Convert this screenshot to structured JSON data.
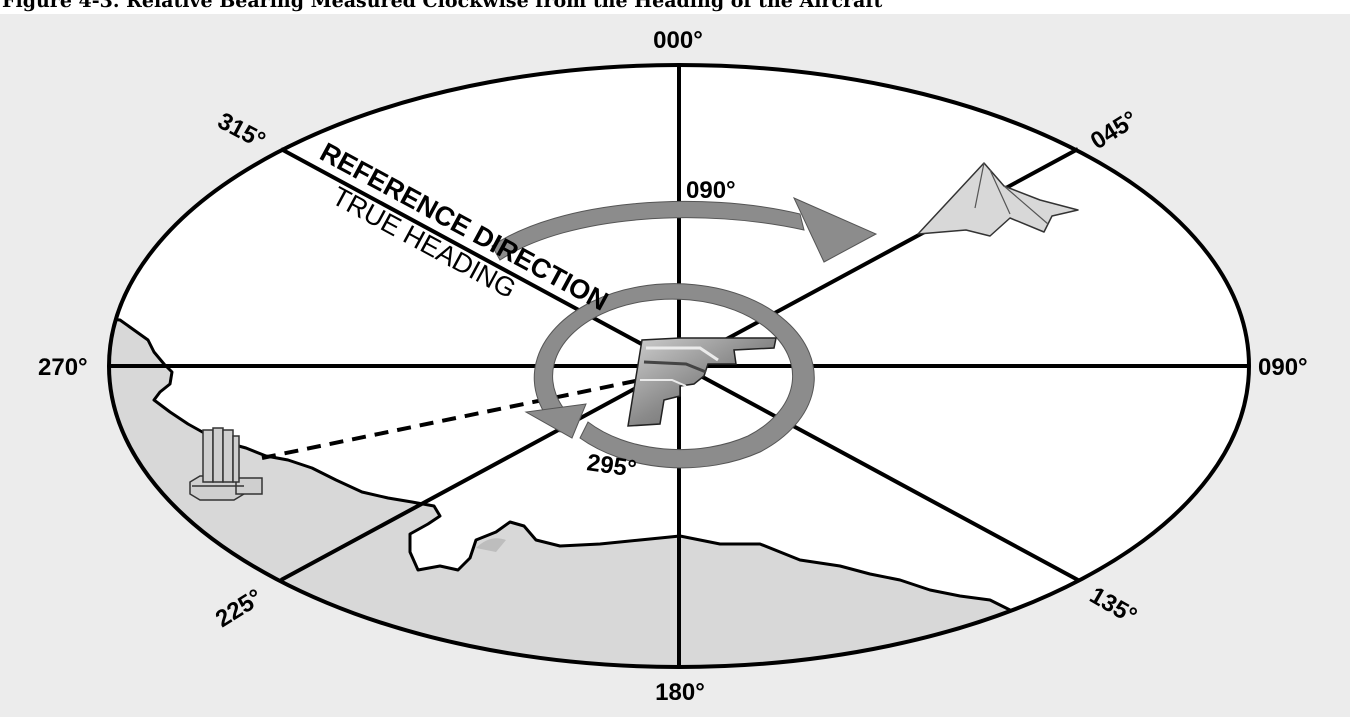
{
  "caption": "Figure 4-3. Relative Bearing Measured Clockwise from the Heading of the Aircraft",
  "compass_labels": {
    "n": "000°",
    "ne": "045°",
    "e": "090°",
    "se": "135°",
    "s": "180°",
    "sw": "225°",
    "w": "270°",
    "nw": "315°"
  },
  "reference_direction": "REFERENCE DIRECTION",
  "true_heading": "TRUE HEADING",
  "relative_bearing_landmark": "090°",
  "relative_bearing_station": "295°",
  "colors": {
    "land": "#d8d8d8",
    "sea": "#ffffff",
    "arrow": "#8c8c8c",
    "background": "#ececec"
  },
  "icons": [
    "aircraft-icon",
    "mountain-icon",
    "radio-tower-icon"
  ]
}
